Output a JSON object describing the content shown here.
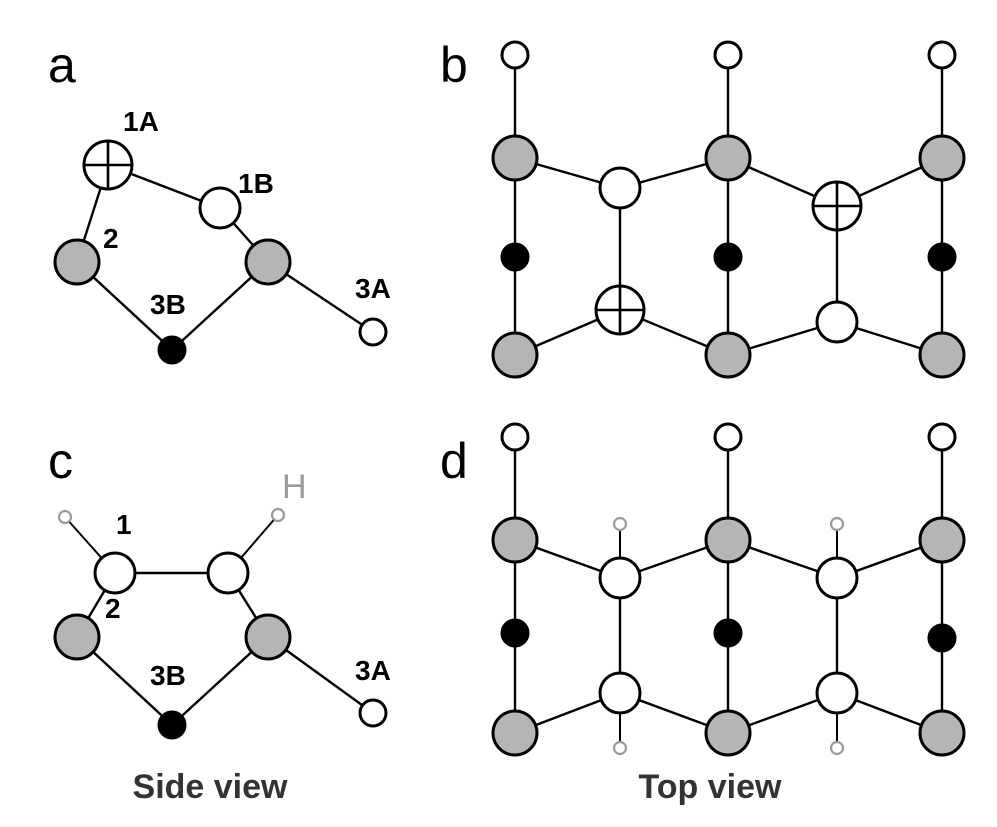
{
  "panels": {
    "a": {
      "letter": "a",
      "labels": {
        "site_1a": "1A",
        "site_1b": "1B",
        "site_2": "2",
        "site_3b": "3B",
        "site_3a": "3A"
      }
    },
    "b": {
      "letter": "b"
    },
    "c": {
      "letter": "c",
      "labels": {
        "site_1": "1",
        "site_2": "2",
        "site_3b": "3B",
        "site_3a": "3A",
        "hydrogen": "H"
      }
    },
    "d": {
      "letter": "d"
    }
  },
  "captions": {
    "side_view": "Side view",
    "top_view": "Top view"
  },
  "colors": {
    "gray_atom": "#b5b5b5",
    "black_atom": "#000000",
    "white_atom": "#ffffff",
    "hydrogen": "#9a9a9a",
    "caption_text": "#333333"
  }
}
